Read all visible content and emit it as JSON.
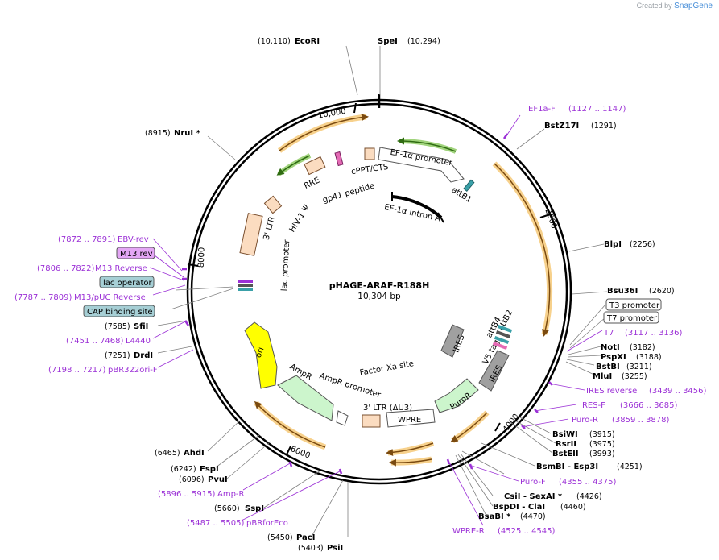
{
  "credit": {
    "prefix": "Created by",
    "brand": "SnapGene"
  },
  "plasmid": {
    "name": "pHAGE-ARAF-R188H",
    "size": "10,304 bp"
  },
  "ticks": [
    "10,000",
    "2000",
    "4000",
    "6000",
    "8000"
  ],
  "sites": [
    {
      "pos": "(10,110)",
      "name": "EcoRI"
    },
    {
      "pos": "(10,294)",
      "name": "SpeI"
    },
    {
      "pos": "(8915)",
      "name": "NruI *"
    },
    {
      "pos": "(1291)",
      "name": "BstZ17I"
    },
    {
      "pos": "(2256)",
      "name": "BlpI"
    },
    {
      "pos": "(2620)",
      "name": "Bsu36I"
    },
    {
      "pos": "(3182)",
      "name": "NotI"
    },
    {
      "pos": "(3188)",
      "name": "PspXI"
    },
    {
      "pos": "(3211)",
      "name": "BstBI"
    },
    {
      "pos": "(3255)",
      "name": "MluI"
    },
    {
      "pos": "(3915)",
      "name": "BsiWI"
    },
    {
      "pos": "(3975)",
      "name": "RsrII"
    },
    {
      "pos": "(3993)",
      "name": "BstEII"
    },
    {
      "pos": "(4251)",
      "name": "BsmBI  - Esp3I"
    },
    {
      "pos": "(4426)",
      "name": "CsiI  - SexAI *"
    },
    {
      "pos": "(4460)",
      "name": "BspDI  - ClaI"
    },
    {
      "pos": "(4470)",
      "name": "BsaBI *"
    },
    {
      "pos": "(7585)",
      "name": "SfiI"
    },
    {
      "pos": "(7251)",
      "name": "DrdI"
    },
    {
      "pos": "(6465)",
      "name": "AhdI"
    },
    {
      "pos": "(6242)",
      "name": "FspI"
    },
    {
      "pos": "(6096)",
      "name": "PvuI"
    },
    {
      "pos": "(5660)",
      "name": "SspI"
    },
    {
      "pos": "(5450)",
      "name": "PacI"
    },
    {
      "pos": "(5403)",
      "name": "PsiI"
    }
  ],
  "primers": [
    {
      "name": "EF1a-F",
      "range": "(1127 .. 1147)"
    },
    {
      "name": "T7",
      "range": "(3117 .. 3136)"
    },
    {
      "name": "IRES reverse",
      "range": "(3439 .. 3456)"
    },
    {
      "name": "IRES-F",
      "range": "(3666 .. 3685)"
    },
    {
      "name": "Puro-R",
      "range": "(3859 .. 3878)"
    },
    {
      "name": "Puro-F",
      "range": "(4355 .. 4375)"
    },
    {
      "name": "WPRE-R",
      "range": "(4525 .. 4545)"
    },
    {
      "name": "EBV-rev",
      "range": "(7872 .. 7891)"
    },
    {
      "name": "M13 Reverse",
      "range": "(7806 .. 7822)"
    },
    {
      "name": "M13/pUC Reverse",
      "range": "(7787 .. 7809)"
    },
    {
      "name": "L4440",
      "range": "(7451 .. 7468)"
    },
    {
      "name": "pBR322ori-F",
      "range": "(7198 .. 7217)"
    },
    {
      "name": "Amp-R",
      "range": "(5896 .. 5915)"
    },
    {
      "name": "pBRforEco",
      "range": "(5487 .. 5505)"
    }
  ],
  "boxed": [
    {
      "name": "M13 rev"
    },
    {
      "name": "lac operator"
    },
    {
      "name": "CAP binding site"
    },
    {
      "name": "T3 promoter"
    },
    {
      "name": "T7 promoter"
    }
  ],
  "features": [
    "EF-1α promoter",
    "attB1",
    "EF-1α intron A",
    "cPPT/CTS",
    "RRE",
    "gp41 peptide",
    "HIV-1 Ψ",
    "3' LTR",
    "lac promoter",
    "ori",
    "AmpR",
    "AmpR promoter",
    "Factor Xa site",
    "3' LTR (ΔU3)",
    "WPRE",
    "PuroR",
    "IRES",
    "V5 tag",
    "attB4",
    "attB2",
    "IRES"
  ],
  "colors": {
    "primer": "#9b30d6",
    "orf": "#f2b240",
    "ltr": "#fbdcc0",
    "green": "#78c044",
    "amp": "#ccf5cc",
    "ori": "#ffff00",
    "ires": "#a0a0a0",
    "boxed": "#a6cfd5",
    "m13": "#e4a6f5"
  }
}
